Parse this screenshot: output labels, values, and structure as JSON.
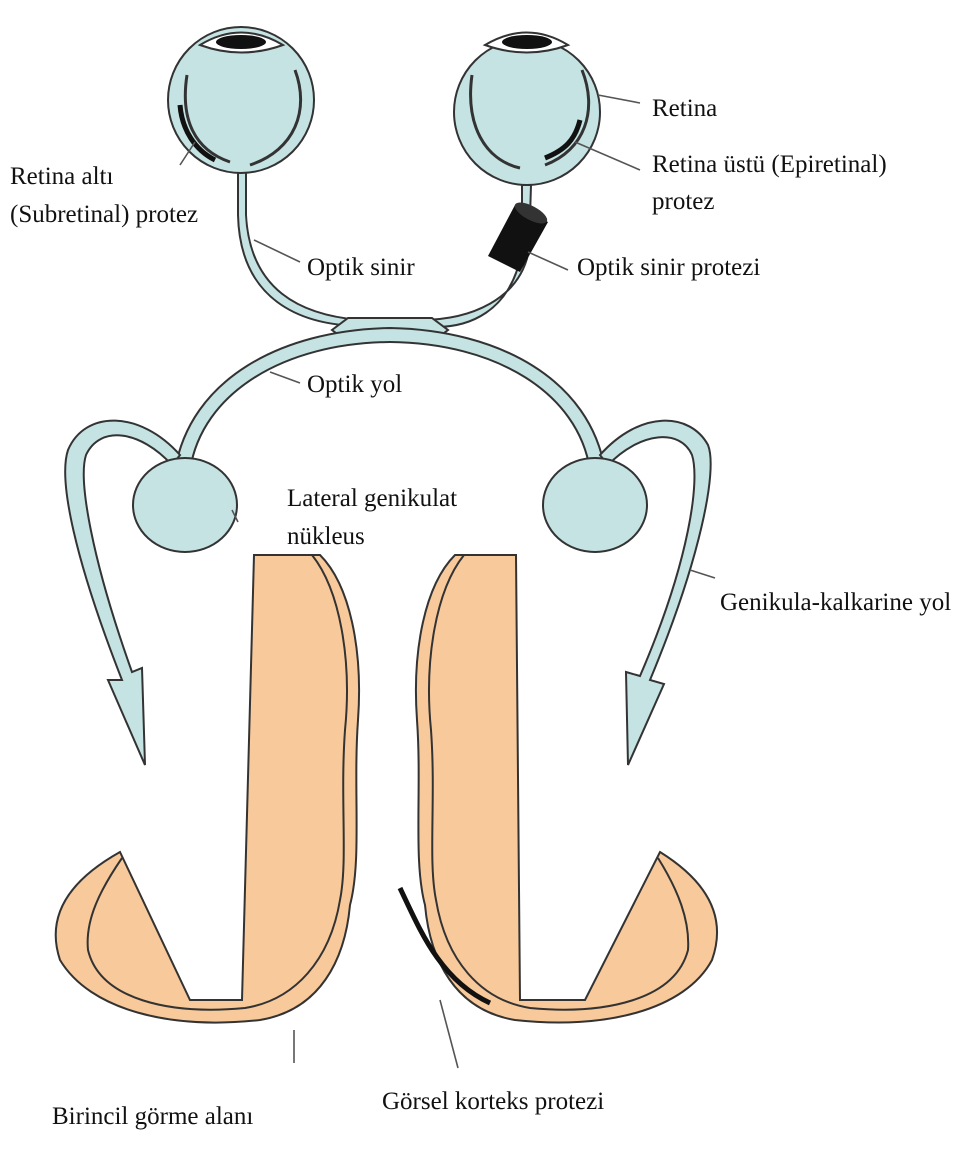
{
  "labels": {
    "retina": "Retina",
    "subretinal_line1": "Retina altı",
    "subretinal_line2": "(Subretinal) protez",
    "epiretinal_line1": "Retina üstü (Epiretinal)",
    "epiretinal_line2": "protez",
    "optic_nerve": "Optik sinir",
    "optic_nerve_prosthesis": "Optik sinir protezi",
    "optic_tract": "Optik yol",
    "lgn_line1": "Lateral genikulat",
    "lgn_line2": "nükleus",
    "geniculo_calcarine": "Genikula-kalkarine yol",
    "primary_visual_area": "Birincil görme alanı",
    "visual_cortex_prosthesis": "Görsel korteks protezi"
  },
  "colors": {
    "pathway_fill": "#c5e3e3",
    "cortex_fill": "#f8c99a",
    "outline": "#333333",
    "implant": "#111111"
  }
}
